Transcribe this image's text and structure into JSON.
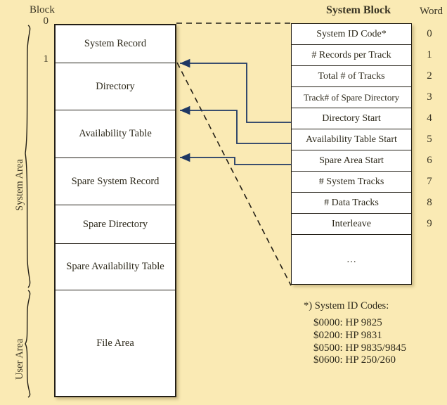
{
  "headers": {
    "block": "Block",
    "system_block": "System Block",
    "word": "Word"
  },
  "areas": [
    {
      "label": "System Area"
    },
    {
      "label": "User Area"
    }
  ],
  "block_column": {
    "indices": [
      "0",
      "1"
    ],
    "cells": [
      {
        "label": "System Record"
      },
      {
        "label": "Directory"
      },
      {
        "label": "Availability Table"
      },
      {
        "label": "Spare System Record"
      },
      {
        "label": "Spare Directory"
      },
      {
        "label": "Spare Availability Table"
      },
      {
        "label": "File Area"
      }
    ]
  },
  "system_block": {
    "words": [
      {
        "num": "0",
        "label": "System ID Code*"
      },
      {
        "num": "1",
        "label": "# Records per Track"
      },
      {
        "num": "2",
        "label": "Total # of Tracks"
      },
      {
        "num": "3",
        "label": "Track# of Spare Directory"
      },
      {
        "num": "4",
        "label": "Directory Start"
      },
      {
        "num": "5",
        "label": "Availability Table Start"
      },
      {
        "num": "6",
        "label": "Spare Area Start"
      },
      {
        "num": "7",
        "label": "# System Tracks"
      },
      {
        "num": "8",
        "label": "# Data Tracks"
      },
      {
        "num": "9",
        "label": "Interleave"
      },
      {
        "num": "",
        "label": "…"
      }
    ]
  },
  "footnote": {
    "title": "*) System ID Codes:",
    "lines": [
      "$0000: HP 9825",
      "$0200: HP 9831",
      "$0500: HP 9835/9845",
      "$0600: HP 250/260"
    ]
  },
  "colors": {
    "background": "#faeab4",
    "box_fill": "#ffffff",
    "stroke": "#231f16",
    "arrow": "#1f3864"
  }
}
